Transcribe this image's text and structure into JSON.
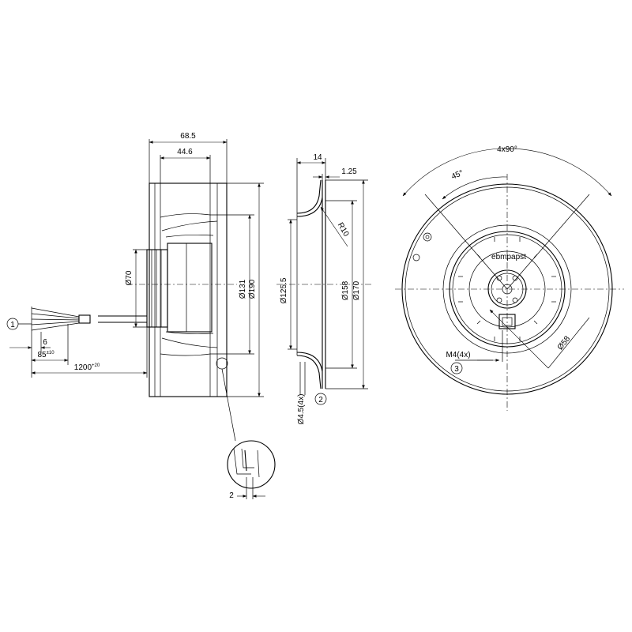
{
  "side_view": {
    "dim_overall_depth": "68.5",
    "dim_wheel_depth": "44.6",
    "dim_hub_dia": "Ø70",
    "dim_wheel_dia_131": "Ø131",
    "dim_wheel_dia_190": "Ø190",
    "dim_wire_strip": "6",
    "dim_wire_85": "85",
    "dim_wire_85_tol": "±10",
    "dim_cable_len": "1200",
    "dim_cable_len_tol": "+20",
    "callout_1": "1"
  },
  "detail_view": {
    "dim_gap": "2"
  },
  "section_view": {
    "dim_flange_depth": "14",
    "dim_sheet_thickness": "1.25",
    "dim_radius": "R10",
    "dim_dia_125": "Ø125.5",
    "dim_dia_158": "Ø158",
    "dim_dia_170": "Ø170",
    "dim_holes": "Ø4.5(4x)",
    "callout_2": "2"
  },
  "front_view": {
    "dim_hole_pattern": "4x90°",
    "dim_angle": "45°",
    "dim_pitch_dia": "Ø58",
    "dim_thread": "M4(4x)",
    "callout_3": "3",
    "logo_text": "ebmpapst"
  }
}
